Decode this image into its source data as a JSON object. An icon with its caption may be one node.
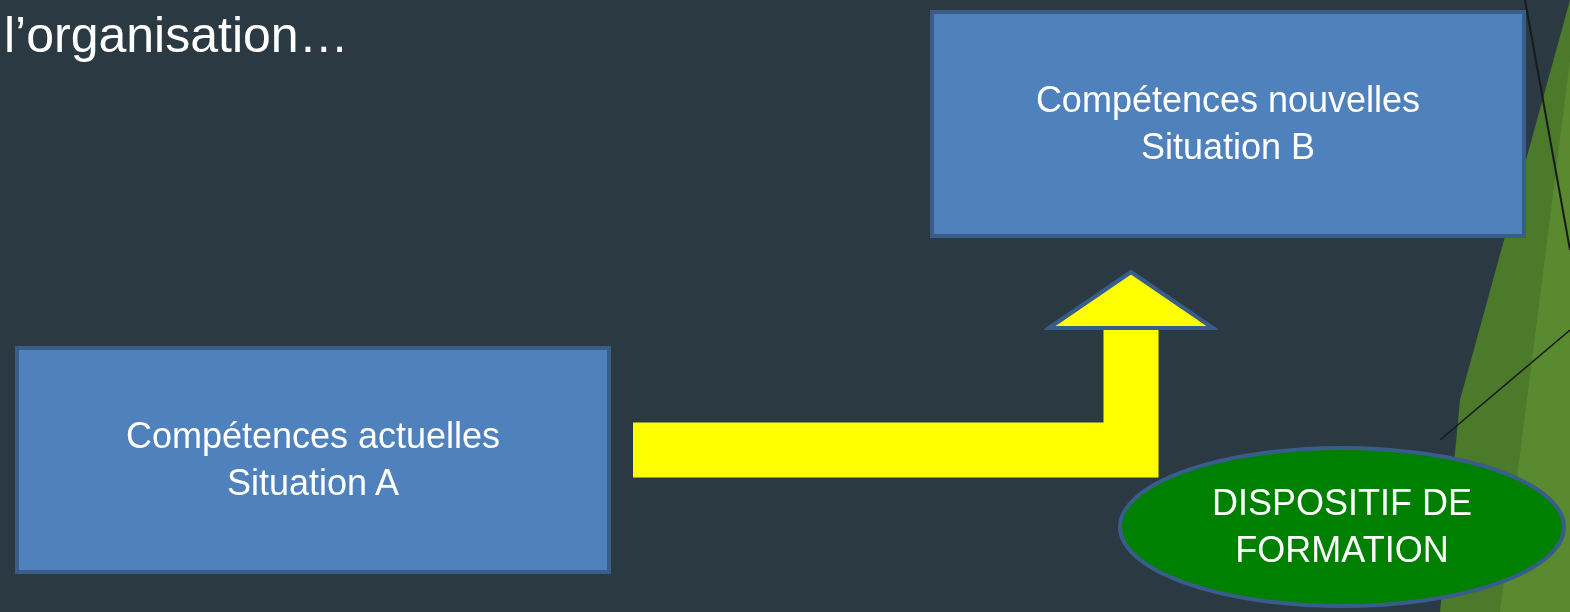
{
  "diagram": {
    "nodes": [
      {
        "text": [
          "Compétences nouvelles Situation B"
        ]
      },
      {
        "text": [
          "Compétences actuelles Situation A"
        ]
      },
      {
        "text": [
          "DISPOSITIF DE FORMATION"
        ]
      }
    ],
    "edges": [
      {
        "from": 1,
        "to": 0,
        "arrow": "to",
        "color": "#ffff00"
      }
    ],
    "labels": [
      "l’organisation…"
    ]
  }
}
